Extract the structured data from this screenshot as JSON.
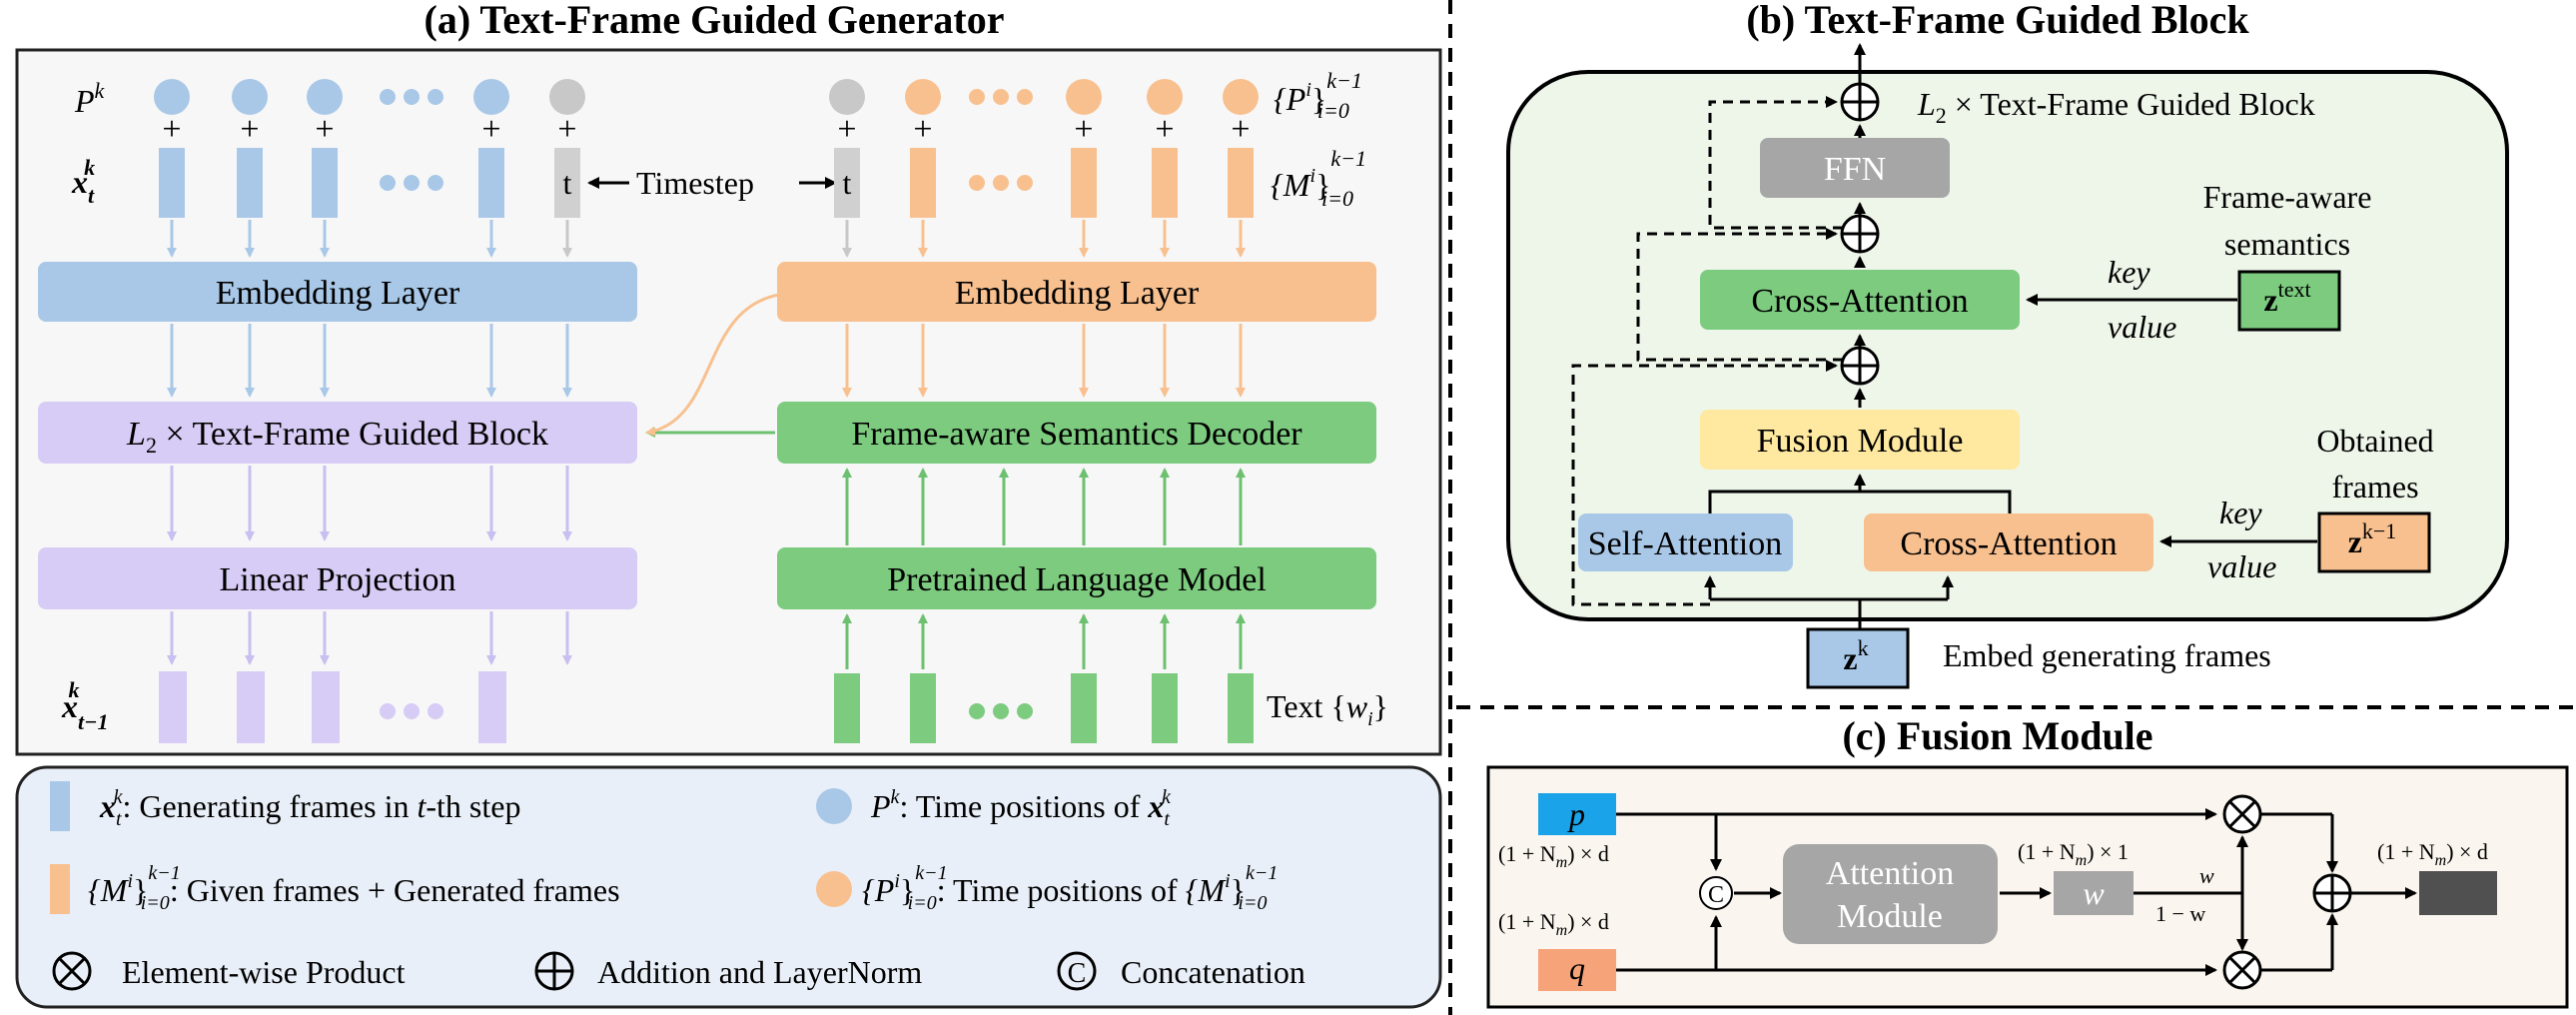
{
  "panel_a": {
    "title": "(a) Text-Frame Guided Generator",
    "row_pk": "P",
    "row_pk_sup": "k",
    "row_xk": "x",
    "row_xk_sub": "t",
    "row_xk_sup": "k",
    "row_xprev": "x",
    "row_xprev_sub": "t−1",
    "row_xprev_sup": "k",
    "plus": "+",
    "t_token": "t",
    "timestep": "Timestep",
    "right_pos_set": "{P",
    "right_pos_set_sup": "i",
    "right_pos_set_close": "}",
    "right_pos_set_range_sup": "k−1",
    "right_pos_set_range_sub": "i=0",
    "right_frames_set": "{M",
    "right_frames_set_sup": "i",
    "right_frames_set_close": "}",
    "right_frames_set_range_sup": "k−1",
    "right_frames_set_range_sub": "i=0",
    "embedding_left": "Embedding Layer",
    "embedding_right": "Embedding Layer",
    "guided_block": "L",
    "guided_block_sub": "2",
    "guided_block_rest": " × Text-Frame Guided Block",
    "decoder": "Frame-aware Semantics Decoder",
    "linear": "Linear Projection",
    "plm": "Pretrained Language Model",
    "text_label": "Text {",
    "text_label_w": "w",
    "text_label_sub": "i",
    "text_label_close": "}"
  },
  "legend": {
    "items": [
      {
        "sym": "x",
        "sub": "t",
        "sup": "k",
        "text": ": Generating frames in ",
        "text_t": "t",
        "text_end": "-th step"
      },
      {
        "sym": "P",
        "sup": "k",
        "text": ": Time positions of "
      },
      {
        "text": ": Given frames + Generated frames"
      },
      {
        "text": ": Time positions of "
      },
      {
        "text": "Element-wise Product"
      },
      {
        "text": "Addition and LayerNorm"
      },
      {
        "text": "Concatenation"
      }
    ]
  },
  "panel_b": {
    "title": "(b) Text-Frame Guided Block",
    "header": "L",
    "header_sub": "2",
    "header_rest": " × Text-Frame Guided Block",
    "ffn": "FFN",
    "cross_attn_top": "Cross-Attention",
    "fusion": "Fusion Module",
    "self_attn": "Self-Attention",
    "cross_attn_bottom": "Cross-Attention",
    "key": "key",
    "value": "value",
    "frame_aware_1": "Frame-aware",
    "frame_aware_2": "semantics",
    "z_text": "z",
    "z_text_sup": "text",
    "obtained_1": "Obtained",
    "obtained_2": "frames",
    "z_prev": "z",
    "z_prev_sup": "k−1",
    "z_k": "z",
    "z_k_sup": "k",
    "embed_label": "Embed generating frames"
  },
  "panel_c": {
    "title": "(c) Fusion Module",
    "p": "p",
    "q": "q",
    "dim_p": "(1 + N",
    "dim_sub": "m",
    "dim_rest": ") × d",
    "dim_w": ") × 1",
    "attention_1": "Attention",
    "attention_2": "Module",
    "w": "w",
    "one_minus_w": "1 − w",
    "concat": "C"
  },
  "colors": {
    "blue": "#a9c8e8",
    "blue_box": "#a7c7e7",
    "orange": "#f8c08f",
    "orange_box": "#f7b98a",
    "green": "#7ccb7f",
    "purple": "#d6ccf5",
    "gray": "#a6a6a6",
    "yellow": "#ffe9a0",
    "panel_a_bg": "#f7f7f7",
    "legend_bg": "#e9eff8",
    "panel_b_bg": "#eef6ea",
    "panel_c_bg": "#faf5ee"
  }
}
